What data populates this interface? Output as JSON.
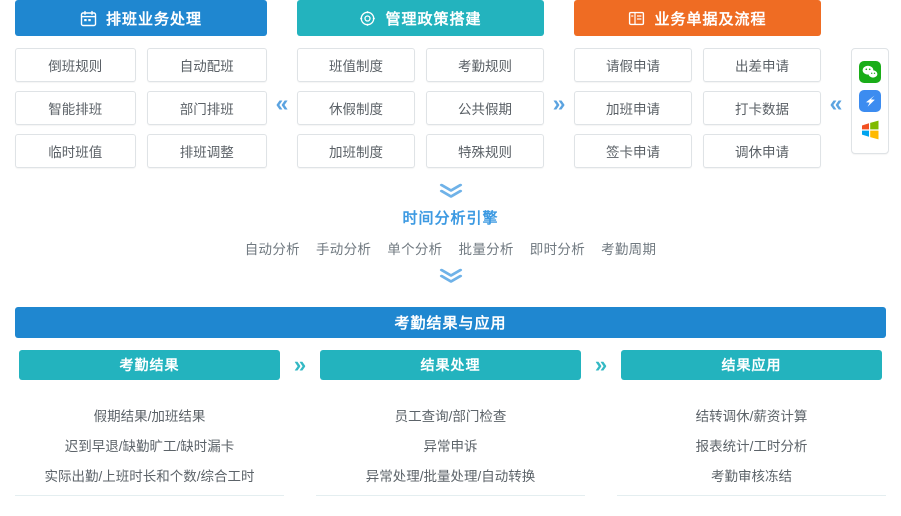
{
  "colors": {
    "blue": "#1f87d0",
    "teal": "#23b3be",
    "orange": "#ef6c23",
    "arrow_blue": "#5ba3e0",
    "arrow_teal": "#34b9c4"
  },
  "pillars": [
    {
      "title": "排班业务处理",
      "icon": "calendar-icon",
      "color": "#1f87d0",
      "items": [
        "倒班规则",
        "自动配班",
        "智能排班",
        "部门排班",
        "临时班值",
        "排班调整"
      ]
    },
    {
      "title": "管理政策搭建",
      "icon": "gear-icon",
      "color": "#23b3be",
      "items": [
        "班值制度",
        "考勤规则",
        "休假制度",
        "公共假期",
        "加班制度",
        "特殊规则"
      ]
    },
    {
      "title": "业务单据及流程",
      "icon": "form-icon",
      "color": "#ef6c23",
      "items": [
        "请假申请",
        "出差申请",
        "加班申请",
        "打卡数据",
        "签卡申请",
        "调休申请"
      ]
    }
  ],
  "separators": {
    "first": "«",
    "second": "»",
    "third": "«"
  },
  "app_rail": [
    {
      "name": "wechat-icon",
      "color": "#1aad19"
    },
    {
      "name": "dingtalk-icon",
      "color": "#3c8cf0"
    },
    {
      "name": "windows-icon",
      "color": "#f25022"
    }
  ],
  "engine": {
    "chevron_top": "chevron-down-icon",
    "chevron_bottom": "chevron-down-icon",
    "title": "时间分析引擎",
    "tags": [
      "自动分析",
      "手动分析",
      "单个分析",
      "批量分析",
      "即时分析",
      "考勤周期"
    ]
  },
  "bottom": {
    "banner": "考勤结果与应用",
    "cards": [
      {
        "title": "考勤结果",
        "lines": [
          "假期结果/加班结果",
          "迟到早退/缺勤旷工/缺时漏卡",
          "实际出勤/上班时长和个数/综合工时"
        ]
      },
      {
        "title": "结果处理",
        "lines": [
          "员工查询/部门检查",
          "异常申诉",
          "异常处理/批量处理/自动转换"
        ]
      },
      {
        "title": "结果应用",
        "lines": [
          "结转调休/薪资计算",
          "报表统计/工时分析",
          "考勤审核冻结"
        ]
      }
    ],
    "card_separator": "»"
  }
}
